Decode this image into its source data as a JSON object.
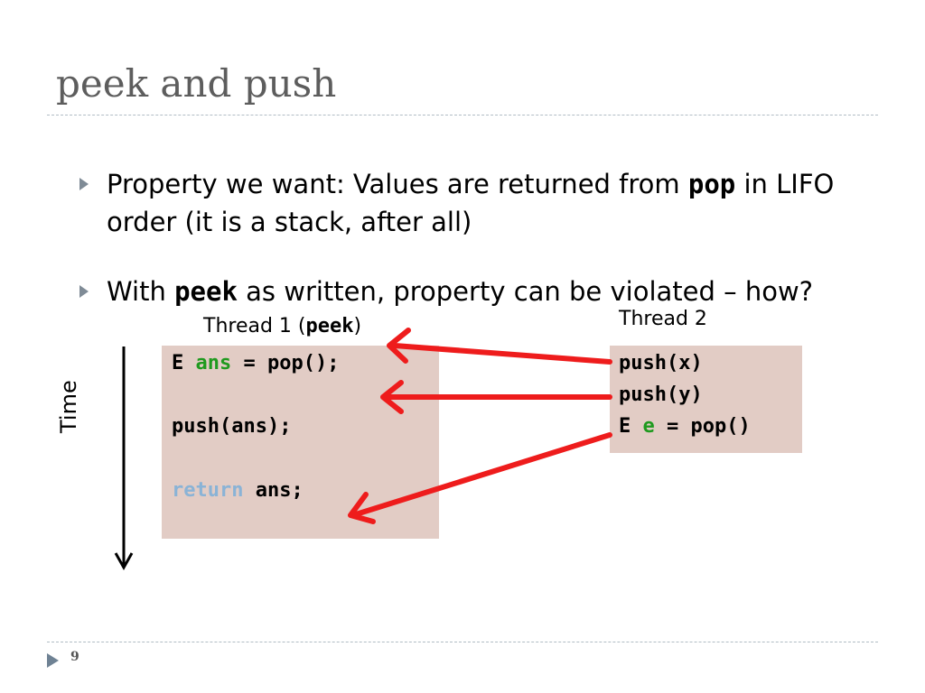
{
  "slide": {
    "title": "peek and push",
    "page_number": "9"
  },
  "bullets": [
    {
      "line1_pre": "Property we want: Values are returned from ",
      "line1_code": "pop",
      "line1_post": " in LIFO",
      "line2": "order (it is a stack, after all)"
    },
    {
      "pre": "With ",
      "code": "peek",
      "post": " as written, property can be violated – how?"
    }
  ],
  "thread1": {
    "label_pre": "Thread 1 (",
    "label_code": "peek",
    "label_post": ")",
    "line1_type": "E ",
    "line1_var": "ans",
    "line1_rest": " = pop();",
    "line2": "push(ans);",
    "line3_kw": "return",
    "line3_rest": " ans;"
  },
  "thread2": {
    "label": "Thread 2",
    "line1": "push(x)",
    "line2": "push(y)",
    "line3_type": "E ",
    "line3_var": "e",
    "line3_rest": " = pop()"
  },
  "time_label": "Time",
  "colors": {
    "arrow": "#ee1c1c",
    "box": "#e2ccc5",
    "title": "#5d5d5d",
    "keyword": "#8ab3d6",
    "variable": "#1f9a1f"
  }
}
